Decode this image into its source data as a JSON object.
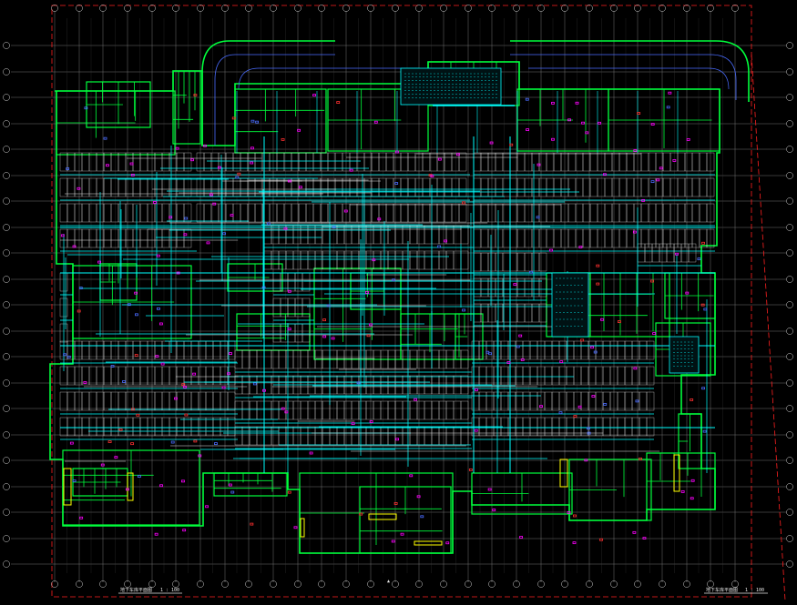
{
  "drawing": {
    "background": "#000000",
    "colors": {
      "grid": "#7f7f7f",
      "border": "#ff2020",
      "wall": "#00ff3c",
      "wall_yellow": "#ffff00",
      "duct": "#00ffff",
      "pipe_white": "#e6e6e6",
      "accent_magenta": "#ff00ff",
      "accent_blue": "#4a6cff",
      "accent_red": "#ff3030"
    },
    "top_axis_count": 29,
    "side_axis_count": 21,
    "labels": {
      "title_left": "地下车库平面图",
      "title_right": "地下车库平面图",
      "scale_left": "1 : 100",
      "scale_right": "1 : 100",
      "bottom_center": "▲"
    }
  }
}
